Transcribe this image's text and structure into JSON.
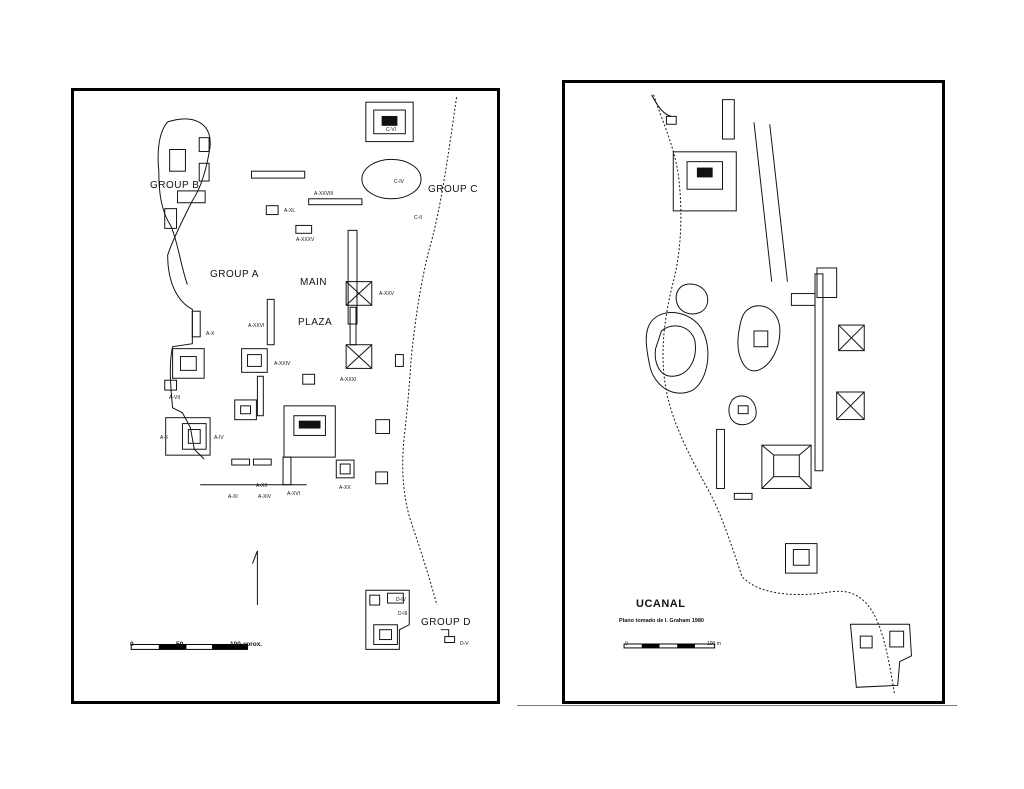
{
  "left_map": {
    "group_labels": {
      "group_a": "GROUP A",
      "group_b": "GROUP B",
      "group_c": "GROUP C",
      "group_d": "GROUP D",
      "main": "MAIN",
      "plaza": "PLAZA"
    },
    "structure_labels": {
      "c_vi": "C-VI",
      "a_xxviii": "A-XXVIII",
      "a_xl": "A-XL",
      "a_xxxv": "A-XXXV",
      "a_xxv": "A-XXV",
      "a_xxiv": "A-XXIV",
      "a_xxvi": "A-XXVI",
      "a_xxxi": "A-XXXI",
      "a_xx": "A-XX",
      "a_xvi": "A-XVI",
      "a_xiv": "A-XIV",
      "a_xii": "A-XII",
      "a_xi": "A-XI",
      "a_x": "A-X",
      "a_vii": "A-VII",
      "a_iv": "A-IV",
      "a_ii": "A-II",
      "c_iv": "C-IV",
      "c_ii": "C-II",
      "d_iii": "D-III",
      "d_iv": "D-IV",
      "d_v": "D-V"
    },
    "scale": {
      "start": "0",
      "mid": "50",
      "end": "100 aprox."
    }
  },
  "right_map": {
    "title": "UCANAL",
    "subtitle": "Plano tomado de I. Graham 1980",
    "scale": {
      "start": "0",
      "end": "100 m"
    }
  },
  "colors": {
    "ink": "#111111",
    "paper": "#ffffff",
    "border": "#000000"
  }
}
